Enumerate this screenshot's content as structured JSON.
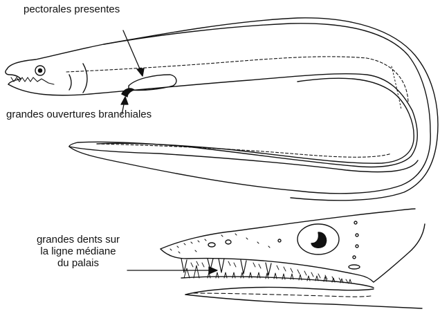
{
  "labels": {
    "pectoral_fins": "pectorales presentes",
    "gill_openings": "grandes ouvertures branchiales",
    "palatine_teeth_line1": "grandes dents sur",
    "palatine_teeth_line2": "la ligne médiane",
    "palatine_teeth_line3": "du palais"
  },
  "colors": {
    "ink": "#111111",
    "background": "#ffffff"
  }
}
